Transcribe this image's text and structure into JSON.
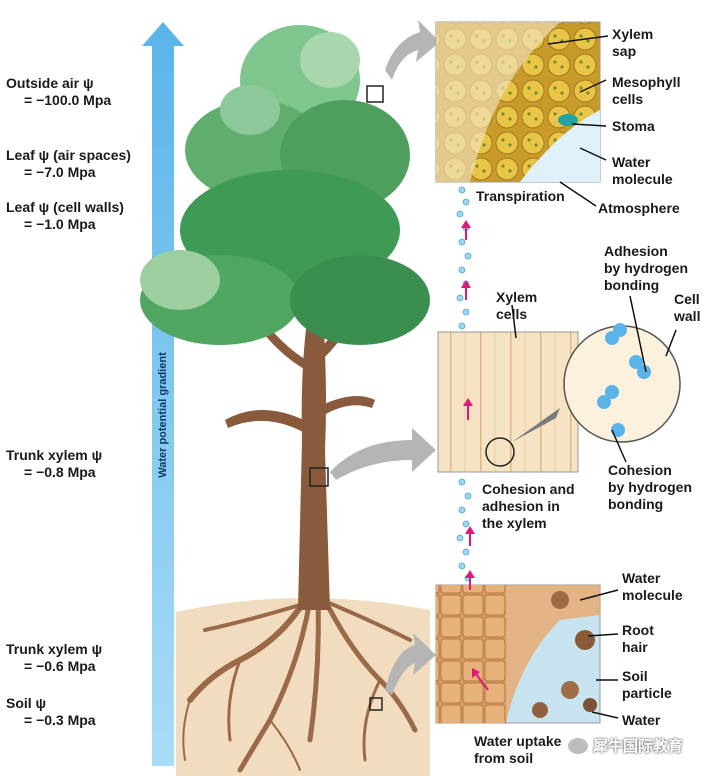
{
  "left_labels": [
    {
      "line1": "Outside air ψ",
      "line2": "= −100.0 Mpa"
    },
    {
      "line1": "Leaf ψ (air spaces)",
      "line2": "= −7.0 Mpa"
    },
    {
      "line1": "Leaf ψ (cell walls)",
      "line2": "= −1.0 Mpa"
    },
    {
      "line1": "Trunk xylem ψ",
      "line2": "= −0.8 Mpa"
    },
    {
      "line1": "Trunk xylem ψ",
      "line2": "= −0.6 Mpa"
    },
    {
      "line1": "Soil ψ",
      "line2": "= −0.3 Mpa"
    }
  ],
  "gradient_label": "Water potential gradient",
  "leaf_panel": {
    "xylem_sap": [
      "Xylem",
      "sap"
    ],
    "mesophyll": [
      "Mesophyll",
      "cells"
    ],
    "stoma": "Stoma",
    "water_molecule": [
      "Water",
      "molecule"
    ],
    "atmosphere": "Atmosphere",
    "transpiration": "Transpiration"
  },
  "stem_panel": {
    "xylem_cells": [
      "Xylem",
      "cells"
    ],
    "adhesion": [
      "Adhesion",
      "by hydrogen",
      "bonding"
    ],
    "cell_wall": [
      "Cell",
      "wall"
    ],
    "cohesion": [
      "Cohesion",
      "by hydrogen",
      "bonding"
    ],
    "cohesion_adhesion": [
      "Cohesion and",
      "adhesion in",
      "the xylem"
    ]
  },
  "root_panel": {
    "water_molecule": [
      "Water",
      "molecule"
    ],
    "root_hair": [
      "Root",
      "hair"
    ],
    "soil_particle": [
      "Soil",
      "particle"
    ],
    "water": "Water",
    "water_uptake": [
      "Water uptake",
      "from soil"
    ]
  },
  "watermark": "犀牛国际教育",
  "colors": {
    "gradient_arrow": "#7cc6f0",
    "flow_arrow": "#e0187a",
    "foliage": "#3e9a55",
    "trunk": "#8a5a3c",
    "soil": "#f2dcbf",
    "molecule": "#9ad8f2"
  }
}
